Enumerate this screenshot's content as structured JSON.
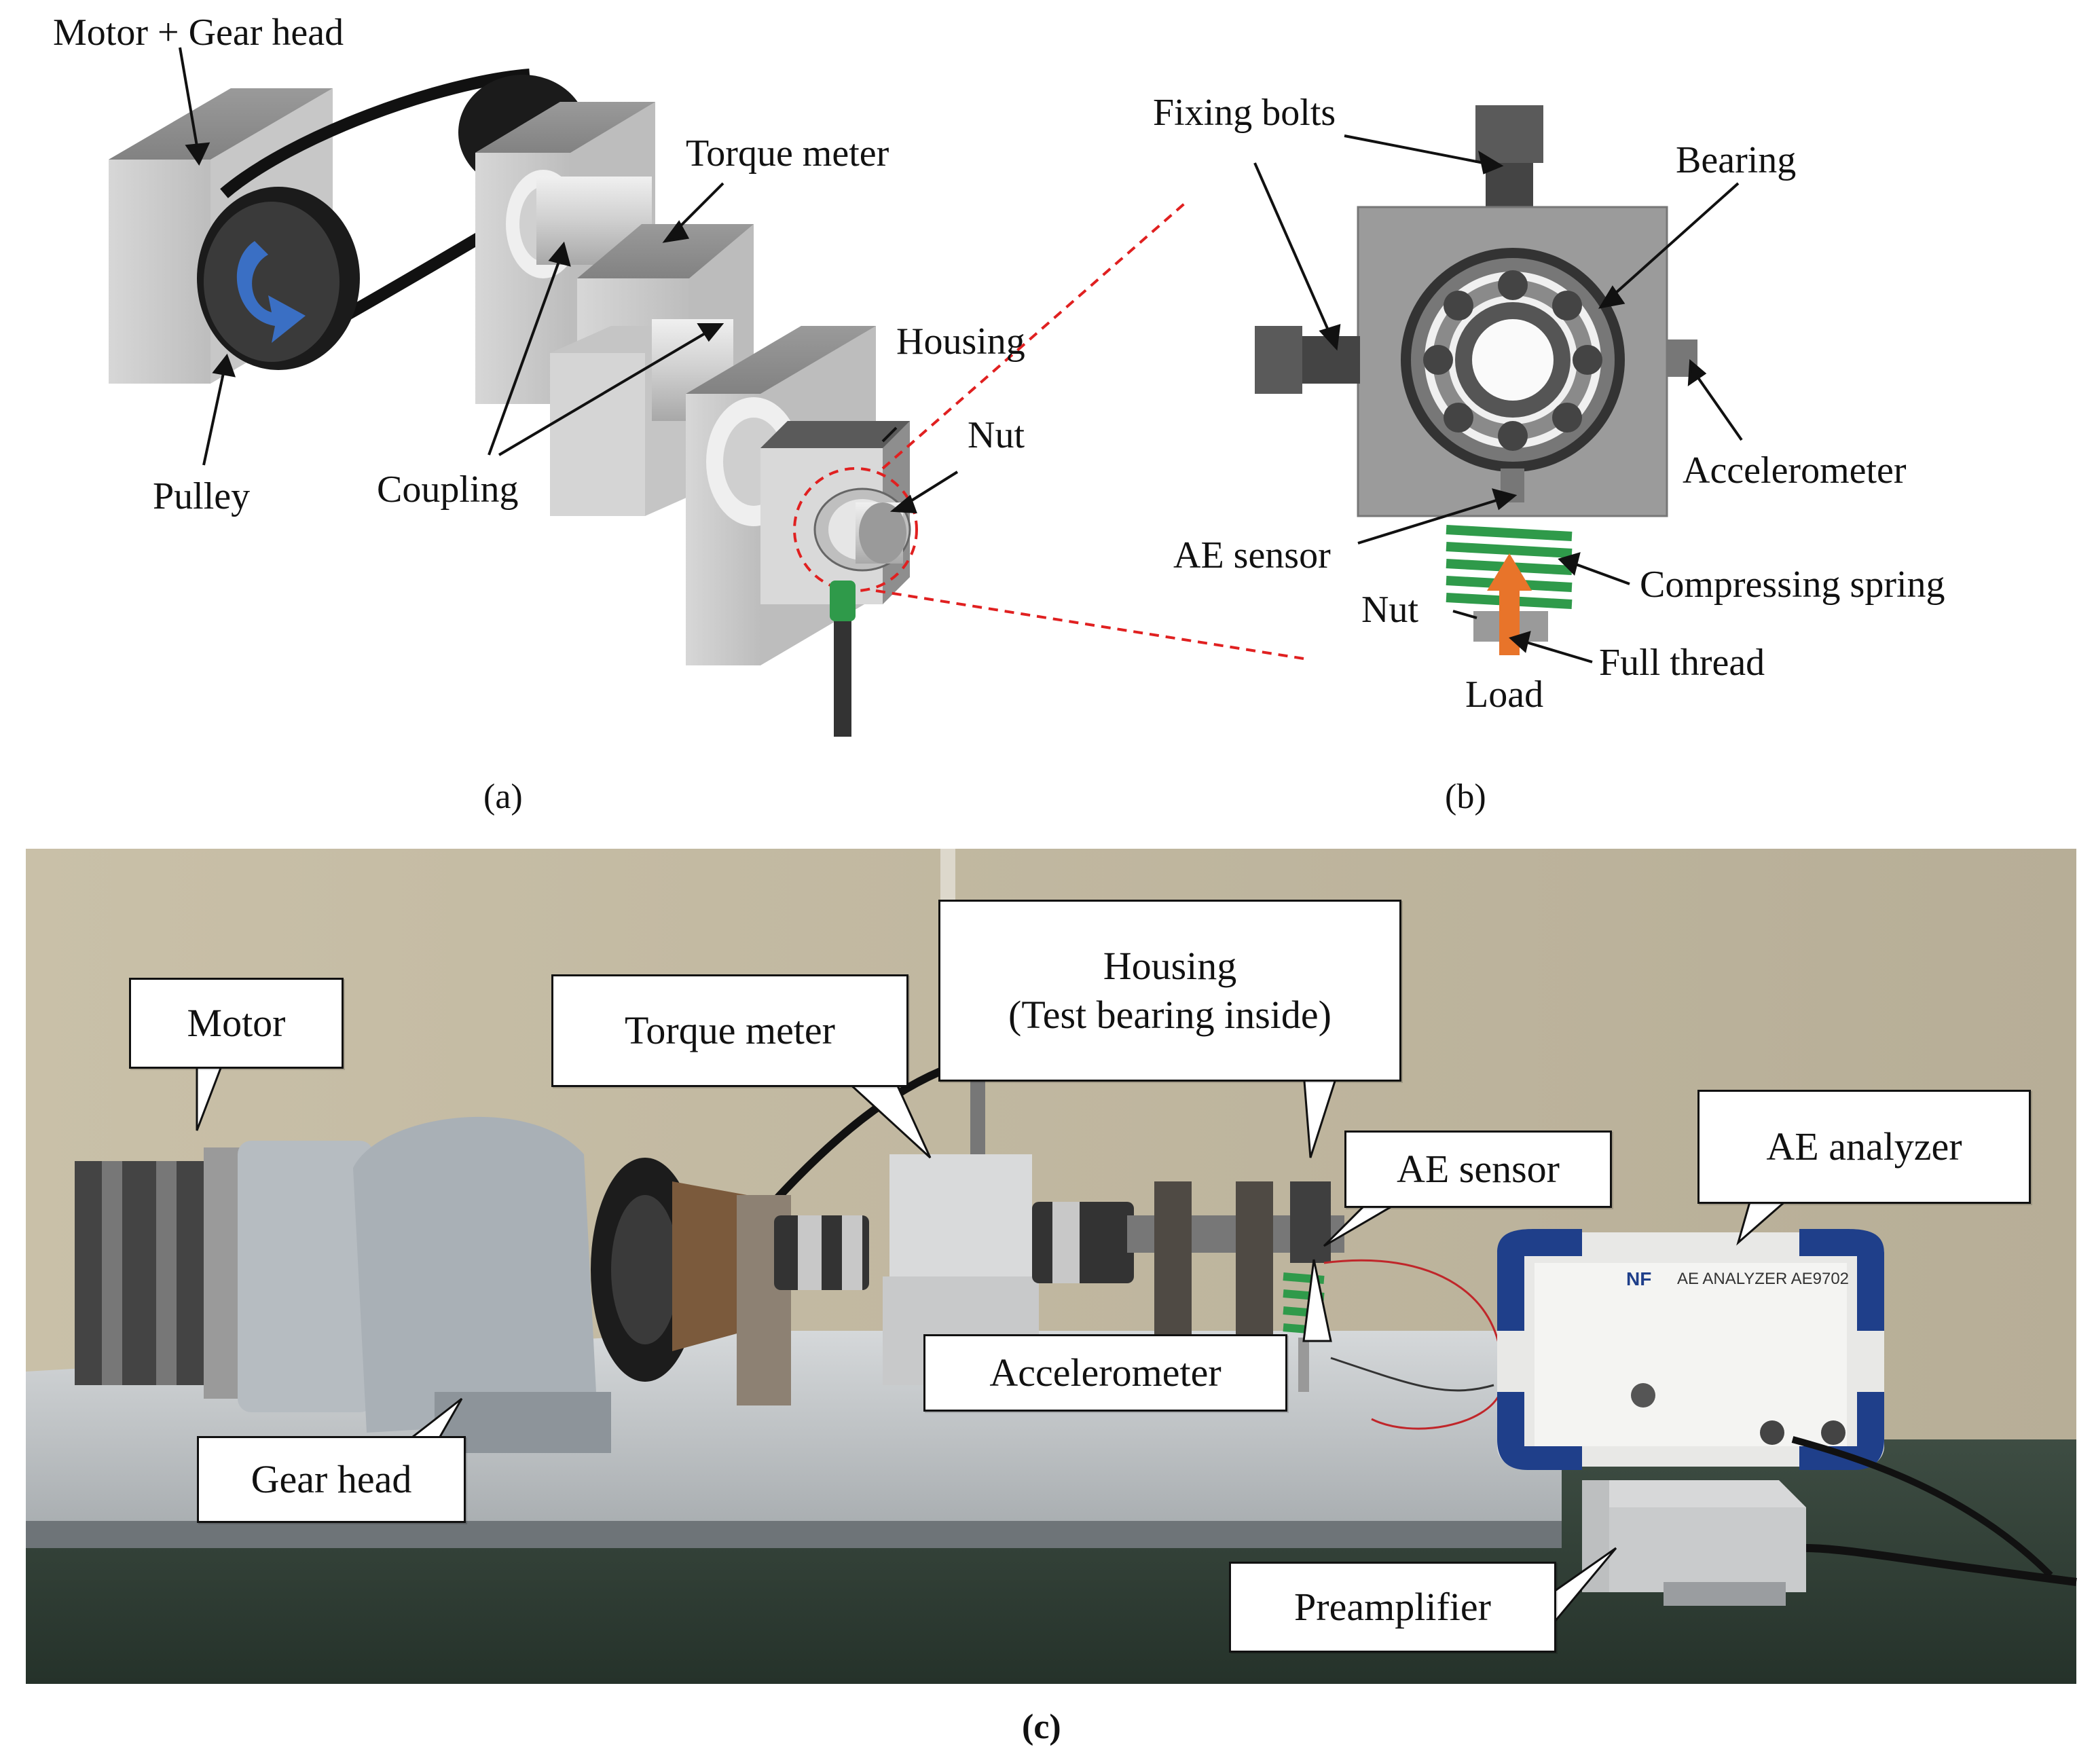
{
  "panel_a": {
    "labels": {
      "motor_gear_head": "Motor + Gear head",
      "torque_meter": "Torque meter",
      "housing": "Housing",
      "nut": "Nut",
      "pulley": "Pulley",
      "coupling": "Coupling"
    },
    "caption": "(a)"
  },
  "panel_b": {
    "labels": {
      "fixing_bolts": "Fixing bolts",
      "bearing": "Bearing",
      "accelerometer": "Accelerometer",
      "ae_sensor": "AE sensor",
      "compressing_spring": "Compressing spring",
      "nut": "Nut",
      "full_thread": "Full thread",
      "load": "Load"
    },
    "caption": "(b)"
  },
  "panel_c": {
    "callouts": {
      "motor": "Motor",
      "torque_meter": "Torque meter",
      "housing_line1": "Housing",
      "housing_line2": "(Test bearing inside)",
      "ae_sensor": "AE sensor",
      "ae_analyzer": "AE analyzer",
      "accelerometer": "Accelerometer",
      "gear_head": "Gear head",
      "preamplifier": "Preamplifier"
    },
    "device_text": {
      "brand": "NF",
      "model": "AE ANALYZER AE9702"
    },
    "caption": "(c)"
  },
  "colors": {
    "arrow_blue": "#3a6fc4",
    "load_arrow_orange": "#e8742a",
    "spring_green": "#2f9a4a",
    "dashed_red": "#e02020"
  }
}
